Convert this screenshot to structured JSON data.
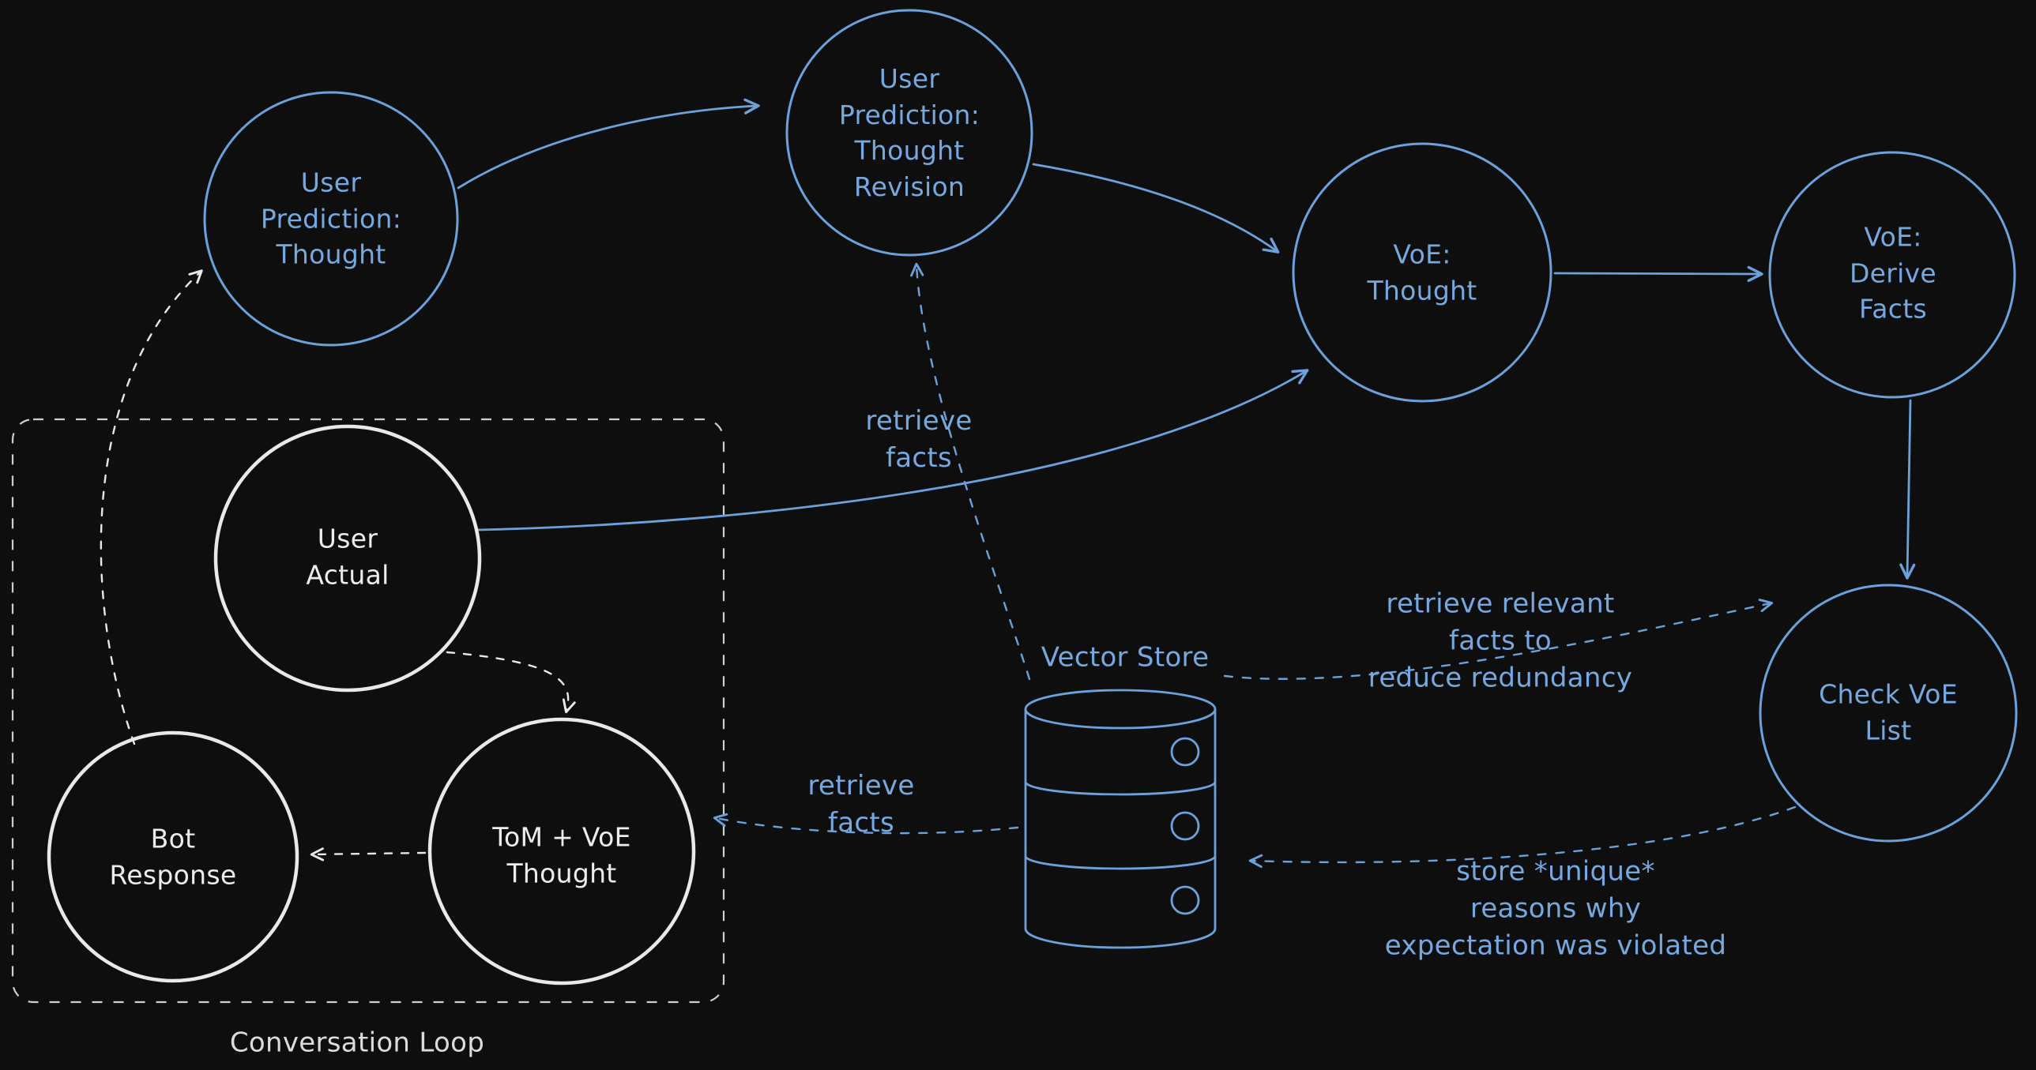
{
  "canvas": {
    "background": "#0e0e0e",
    "colors": {
      "accent_blue": "#69a2de",
      "white": "#e9e9e9",
      "dashed_box": "#cfcfcf"
    }
  },
  "nodes": {
    "user_prediction_thought": "User\nPrediction:\nThought",
    "user_prediction_thought_revision": "User\nPrediction:\nThought\nRevision",
    "voe_thought": "VoE:\nThought",
    "voe_derive_facts": "VoE: Derive\nFacts",
    "check_voe_list": "Check VoE\nList",
    "user_actual": "User\nActual",
    "bot_response": "Bot\nResponse",
    "tom_voe_thought": "ToM + VoE\nThought"
  },
  "labels": {
    "retrieve_facts_upper": "retrieve\nfacts",
    "vector_store": "Vector Store",
    "retrieve_relevant_facts": "retrieve relevant\nfacts to\nreduce redundancy",
    "retrieve_facts_left": "retrieve\nfacts",
    "store_unique_reasons": "store *unique*\nreasons why\nexpectation was violated",
    "conversation_loop": "Conversation Loop"
  }
}
